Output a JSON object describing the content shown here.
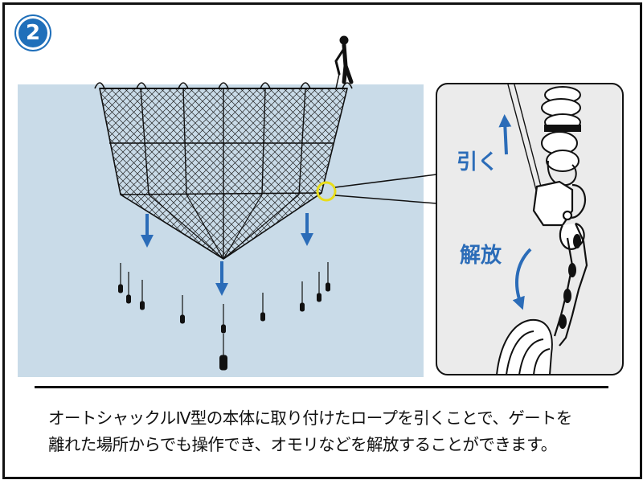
{
  "badge": "2",
  "labels": {
    "pull": "引く",
    "release": "解放"
  },
  "description": {
    "line1": "オートシャックルⅣ型の本体に取り付けたロープを引くことで、ゲートを",
    "line2": "離れた場所からでも操作でき、オモリなどを解放することができます。"
  },
  "colors": {
    "water": "#c9dbe8",
    "accent": "#2b6cb8",
    "highlight": "#e8dc1a",
    "outline": "#111111"
  }
}
